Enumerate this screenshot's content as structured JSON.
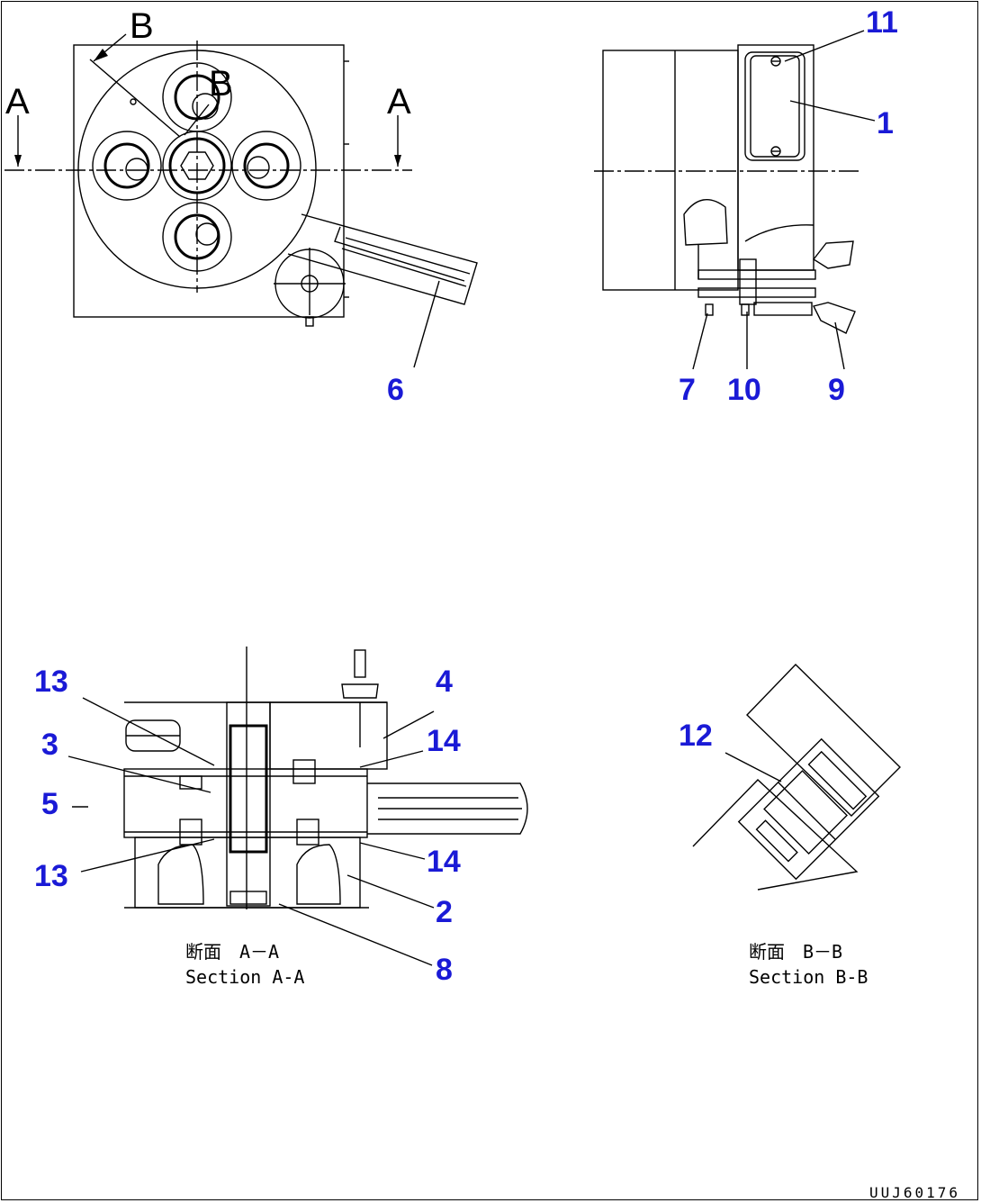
{
  "drawing": {
    "view_labels": {
      "a_left": "A",
      "a_right": "A",
      "b_top": "B",
      "b_inner": "B"
    },
    "callouts": [
      {
        "id": "c11",
        "text": "11"
      },
      {
        "id": "c1",
        "text": "1"
      },
      {
        "id": "c6",
        "text": "6"
      },
      {
        "id": "c7",
        "text": "7"
      },
      {
        "id": "c10",
        "text": "10"
      },
      {
        "id": "c9",
        "text": "9"
      },
      {
        "id": "c13a",
        "text": "13"
      },
      {
        "id": "c4",
        "text": "4"
      },
      {
        "id": "c3",
        "text": "3"
      },
      {
        "id": "c14a",
        "text": "14"
      },
      {
        "id": "c5",
        "text": "5"
      },
      {
        "id": "c13b",
        "text": "13"
      },
      {
        "id": "c14b",
        "text": "14"
      },
      {
        "id": "c2",
        "text": "2"
      },
      {
        "id": "c8",
        "text": "8"
      },
      {
        "id": "c12",
        "text": "12"
      }
    ],
    "section_aa": {
      "jp": "断面　A－A",
      "en": "Section A-A"
    },
    "section_bb": {
      "jp": "断面　B－B",
      "en": "Section B-B"
    },
    "drawing_id": "UUJ60176"
  }
}
